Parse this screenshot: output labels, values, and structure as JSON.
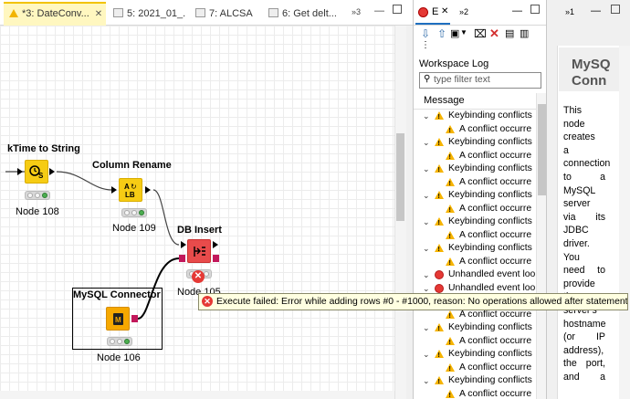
{
  "editor_tabs": [
    {
      "label": "*3: DateConv...",
      "active": true
    },
    {
      "label": "5: 2021_01_...",
      "active": false
    },
    {
      "label": "7: ALCSA",
      "active": false
    },
    {
      "label": "6: Get delt...",
      "active": false
    }
  ],
  "editor_overflow": "»3",
  "nodes": {
    "time_to_string": {
      "title": "kTime to String",
      "label": "Node 108"
    },
    "column_rename": {
      "title": "Column Rename",
      "label": "Node 109"
    },
    "db_insert": {
      "title": "DB Insert",
      "label": "Node 105"
    },
    "mysql_connector": {
      "title": "MySQL Connector",
      "label": "Node 106"
    }
  },
  "tooltip": {
    "text": "Execute failed: Error while adding rows #0 - #1000, reason: No operations allowed after statement closed."
  },
  "log_panel": {
    "tab_label": "E",
    "overflow": "»2",
    "section_title": "Workspace Log",
    "filter_placeholder": "type filter text",
    "column_header": "Message",
    "rows": [
      {
        "text": "Keybinding conflicts",
        "level": 0,
        "icon": "warning"
      },
      {
        "text": "A conflict occurre",
        "level": 1,
        "icon": "warning"
      },
      {
        "text": "Keybinding conflicts",
        "level": 0,
        "icon": "warning"
      },
      {
        "text": "A conflict occurre",
        "level": 1,
        "icon": "warning"
      },
      {
        "text": "Keybinding conflicts",
        "level": 0,
        "icon": "warning"
      },
      {
        "text": "A conflict occurre",
        "level": 1,
        "icon": "warning"
      },
      {
        "text": "Keybinding conflicts",
        "level": 0,
        "icon": "warning"
      },
      {
        "text": "A conflict occurre",
        "level": 1,
        "icon": "warning"
      },
      {
        "text": "Keybinding conflicts",
        "level": 0,
        "icon": "warning"
      },
      {
        "text": "A conflict occurre",
        "level": 1,
        "icon": "warning"
      },
      {
        "text": "Keybinding conflicts",
        "level": 0,
        "icon": "warning"
      },
      {
        "text": "A conflict occurre",
        "level": 1,
        "icon": "warning"
      },
      {
        "text": "Unhandled event loo",
        "level": 0,
        "icon": "error"
      },
      {
        "text": "Unhandled event loo",
        "level": 0,
        "icon": "error"
      },
      {
        "text": "Keybinding conflicts",
        "level": 0,
        "icon": "warning"
      },
      {
        "text": "A conflict occurre",
        "level": 1,
        "icon": "warning"
      },
      {
        "text": "Keybinding conflicts",
        "level": 0,
        "icon": "warning"
      },
      {
        "text": "A conflict occurre",
        "level": 1,
        "icon": "warning"
      },
      {
        "text": "Keybinding conflicts",
        "level": 0,
        "icon": "warning"
      },
      {
        "text": "A conflict occurre",
        "level": 1,
        "icon": "warning"
      },
      {
        "text": "Keybinding conflicts",
        "level": 0,
        "icon": "warning"
      },
      {
        "text": "A conflict occurre",
        "level": 1,
        "icon": "warning"
      }
    ]
  },
  "desc_panel": {
    "overflow": "»1",
    "title_line1": "MySQ",
    "title_line2": "Conn",
    "lines": [
      {
        "l": "This",
        "r": ""
      },
      {
        "l": "node",
        "r": ""
      },
      {
        "l": "creates",
        "r": ""
      },
      {
        "l": "a",
        "r": ""
      },
      {
        "l": "connection",
        "r": ""
      },
      {
        "l": "to",
        "r": "a"
      },
      {
        "l": "MySQL",
        "r": ""
      },
      {
        "l": "server",
        "r": ""
      },
      {
        "l": "via",
        "r": "its"
      },
      {
        "l": "JDBC",
        "r": ""
      },
      {
        "l": "driver.",
        "r": ""
      },
      {
        "l": "You",
        "r": ""
      },
      {
        "l": "need",
        "r": "to"
      },
      {
        "l": "provide",
        "r": ""
      },
      {
        "l": "the",
        "r": ""
      },
      {
        "l": "server's",
        "r": ""
      },
      {
        "l": "hostname",
        "r": ""
      },
      {
        "l": "(or",
        "r": "IP"
      },
      {
        "l": "address),",
        "r": ""
      },
      {
        "l": "the",
        "r": "port,"
      },
      {
        "l": "and",
        "r": "a"
      }
    ]
  }
}
